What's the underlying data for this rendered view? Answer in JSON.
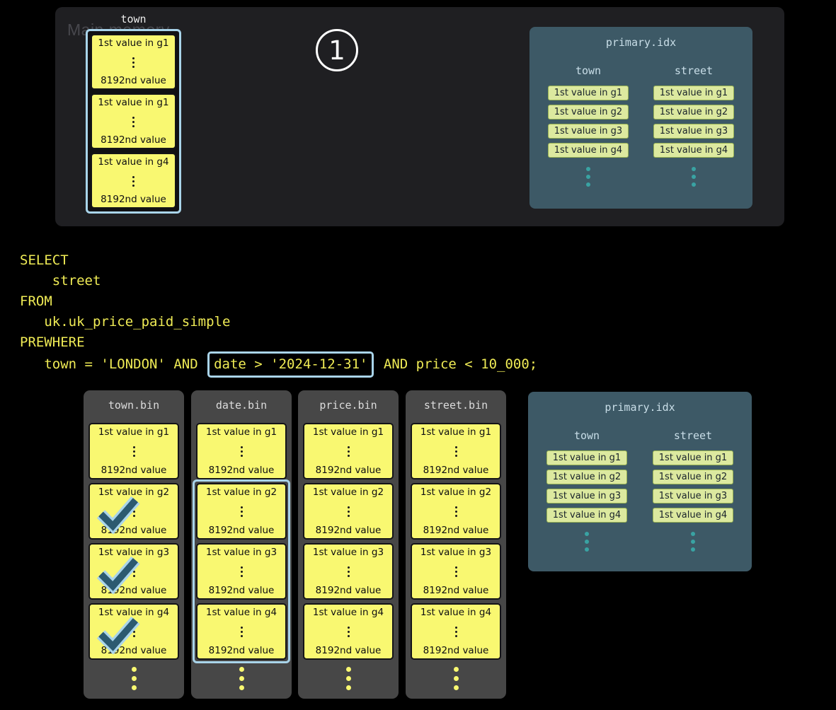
{
  "step_badge": "1",
  "colors": {
    "background": "#000000",
    "panel_dark": "#1f1f22",
    "bin_gray": "#474747",
    "granule_yellow": "#f9f871",
    "highlight_blue": "#a9d4ea",
    "index_panel": "#3d5966",
    "index_entry_green": "#dce99f",
    "teal_dot": "#39a3a3",
    "sql_yellow": "#efeb55",
    "check_dark": "#2c5a70"
  },
  "main_memory": {
    "label": "Main memory",
    "column_label": "town",
    "blocks": [
      {
        "first": "1st value in g1",
        "last": "8192nd value"
      },
      {
        "first": "1st value in g1",
        "last": "8192nd value"
      },
      {
        "first": "1st value in g4",
        "last": "8192nd value"
      }
    ]
  },
  "primary_index": {
    "title": "primary.idx",
    "columns": [
      {
        "header": "town",
        "entries": [
          "1st value in g1",
          "1st value in g2",
          "1st value in g3",
          "1st value in g4"
        ]
      },
      {
        "header": "street",
        "entries": [
          "1st value in g1",
          "1st value in g2",
          "1st value in g3",
          "1st value in g4"
        ]
      }
    ]
  },
  "sql": {
    "line1": "SELECT",
    "line2": "    street",
    "line3": "FROM",
    "line4": "   uk.uk_price_paid_simple",
    "line5": "PREWHERE",
    "line6_prefix": "   town = 'LONDON' AND ",
    "line6_highlight": "date > '2024-12-31'",
    "line6_suffix": " AND price < 10_000;"
  },
  "bins": [
    {
      "title": "town.bin",
      "checked": [
        1,
        2,
        3
      ],
      "blocks": [
        {
          "first": "1st value in g1",
          "last": "8192nd value"
        },
        {
          "first": "1st value in g2",
          "last": "8192nd value"
        },
        {
          "first": "1st value in g3",
          "last": "8192nd value"
        },
        {
          "first": "1st value in g4",
          "last": "8192nd value"
        }
      ]
    },
    {
      "title": "date.bin",
      "highlight": {
        "start": 1,
        "end": 3
      },
      "blocks": [
        {
          "first": "1st value in g1",
          "last": "8192nd value"
        },
        {
          "first": "1st value in g2",
          "last": "8192nd value"
        },
        {
          "first": "1st value in g3",
          "last": "8192nd value"
        },
        {
          "first": "1st value in g4",
          "last": "8192nd value"
        }
      ]
    },
    {
      "title": "price.bin",
      "blocks": [
        {
          "first": "1st value in g1",
          "last": "8192nd value"
        },
        {
          "first": "1st value in g2",
          "last": "8192nd value"
        },
        {
          "first": "1st value in g3",
          "last": "8192nd value"
        },
        {
          "first": "1st value in g4",
          "last": "8192nd value"
        }
      ]
    },
    {
      "title": "street.bin",
      "blocks": [
        {
          "first": "1st value in g1",
          "last": "8192nd value"
        },
        {
          "first": "1st value in g2",
          "last": "8192nd value"
        },
        {
          "first": "1st value in g3",
          "last": "8192nd value"
        },
        {
          "first": "1st value in g4",
          "last": "8192nd value"
        }
      ]
    }
  ]
}
